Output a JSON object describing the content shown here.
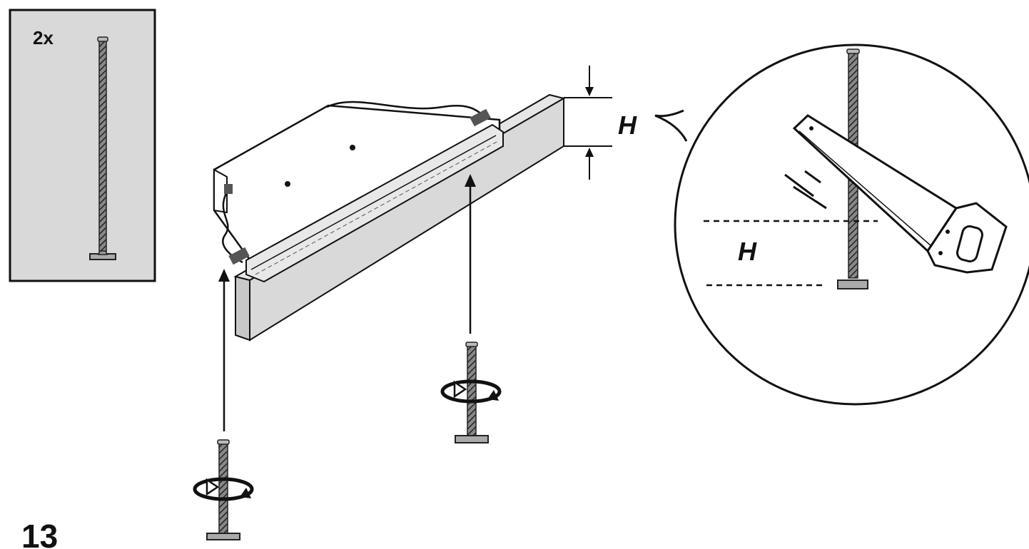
{
  "inset": {
    "quantity_label": "2x"
  },
  "dimension": {
    "height_label": "H",
    "zoom_height_label": "H"
  },
  "step": {
    "number": "13"
  },
  "colors": {
    "line": "#111111",
    "panel_fill": "#d9d9d9",
    "body_fill": "#ffffff",
    "rod": "#444444"
  }
}
